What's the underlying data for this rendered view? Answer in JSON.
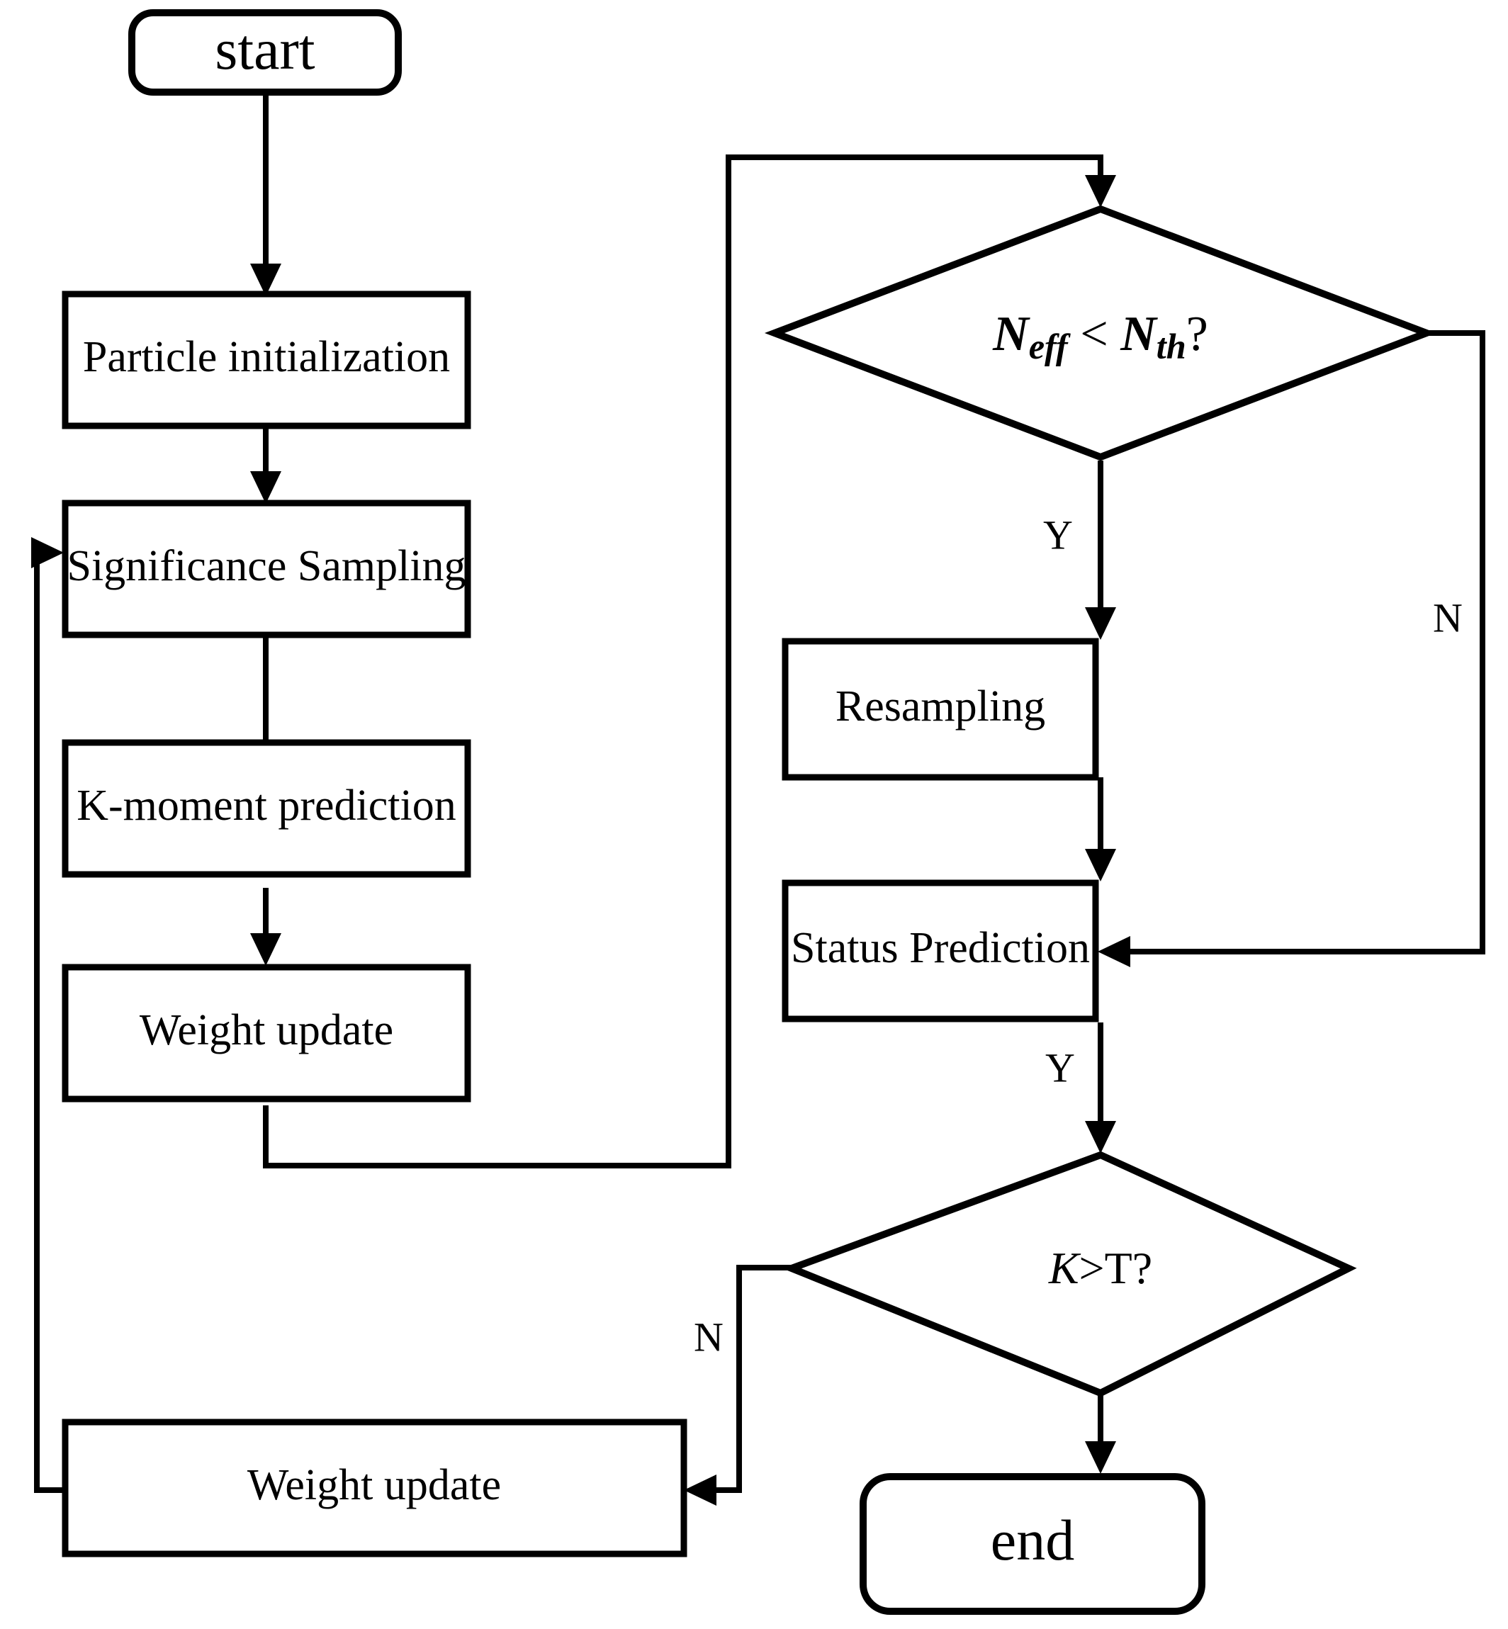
{
  "diagram": {
    "title": "Particle filter K-moment prediction flowchart",
    "background_color": "#ffffff",
    "line_color": "#000000",
    "nodes": {
      "start": {
        "label": "start",
        "shape": "terminal"
      },
      "particle_init": {
        "label": "Particle initialization",
        "shape": "process"
      },
      "significance_sampling": {
        "label": "Significance Sampling",
        "shape": "process"
      },
      "k_moment_prediction": {
        "label": "K-moment prediction",
        "shape": "process"
      },
      "weight_update_1": {
        "label": "Weight update",
        "shape": "process"
      },
      "neff_decision": {
        "shape": "decision",
        "label_main": "N",
        "label_sub1": "eff",
        "label_op": " < ",
        "label_main2": "N",
        "label_sub2": "th",
        "label_tail": "?",
        "label_plain": "N_eff < N_th?"
      },
      "resampling": {
        "label": "Resampling",
        "shape": "process"
      },
      "status_prediction": {
        "label": "Status Prediction",
        "shape": "process"
      },
      "k_threshold_decision": {
        "shape": "decision",
        "label_var": "K",
        "label_rest": ">T?",
        "label_plain": "K>T?"
      },
      "weight_update_2": {
        "label": "Weight update",
        "shape": "process"
      },
      "end": {
        "label": "end",
        "shape": "terminal"
      }
    },
    "edge_labels": {
      "neff_yes": "Y",
      "neff_no": "N",
      "status_yes": "Y",
      "kt_no": "N"
    }
  }
}
